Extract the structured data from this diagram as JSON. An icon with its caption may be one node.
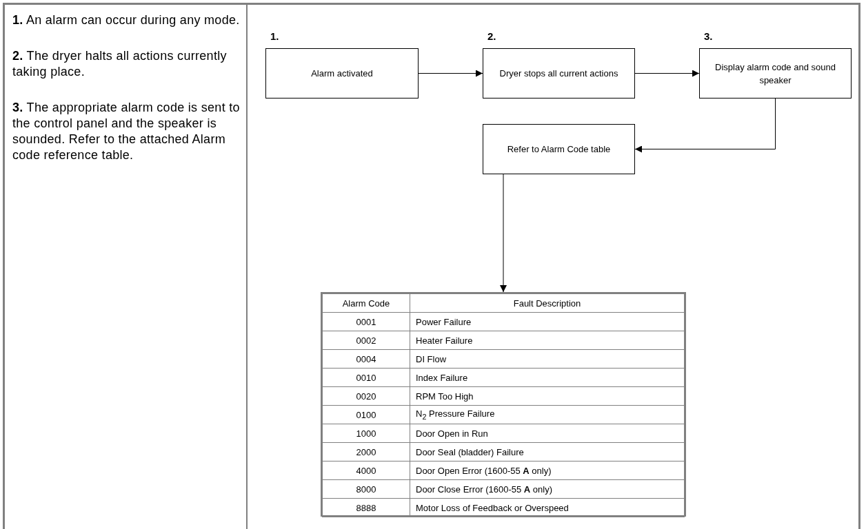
{
  "diagram": {
    "nodes": [
      {
        "text": [
          "Alarm activated"
        ],
        "beside": [
          "1."
        ]
      },
      {
        "text": [
          "Dryer stops all current actions"
        ],
        "beside": [
          "2."
        ]
      },
      {
        "text": [
          "Display alarm code and sound speaker"
        ],
        "beside": [
          "3."
        ]
      },
      {
        "text": [
          "Refer to Alarm Code table"
        ]
      },
      {
        "text": [
          "Alarm Code",
          "Fault Description",
          "0001",
          "Power Failure",
          "0002",
          "Heater Failure",
          "0004",
          "DI Flow",
          "0010",
          "Index Failure",
          "0020",
          "RPM Too High",
          "0100",
          "N$_{2}$ Pressure Failure",
          "1000",
          "Door Open in Run",
          "2000",
          "Door Seal (bladder) Failure",
          "4000",
          "Door Open Error (1600-55 **A** only)",
          "8000",
          "Door Close Error (1600-55 **A** only)",
          "8888",
          "Motor Loss of Feedback or Overspeed"
        ]
      }
    ],
    "edges": [
      {
        "from": 0,
        "to": 1,
        "arrow": "to"
      },
      {
        "from": 1,
        "to": 2,
        "arrow": "to"
      },
      {
        "from": 2,
        "to": 3,
        "arrow": "to"
      },
      {
        "from": 3,
        "to": 4,
        "arrow": "to"
      }
    ],
    "labels": [
      "**1.** An alarm can occur during any mode.",
      "**2.** The dryer halts all actions currently taking place.",
      "**3.** The appropriate alarm code is sent to the control panel and the speaker is sounded. Refer to the attached Alarm code reference table."
    ]
  }
}
